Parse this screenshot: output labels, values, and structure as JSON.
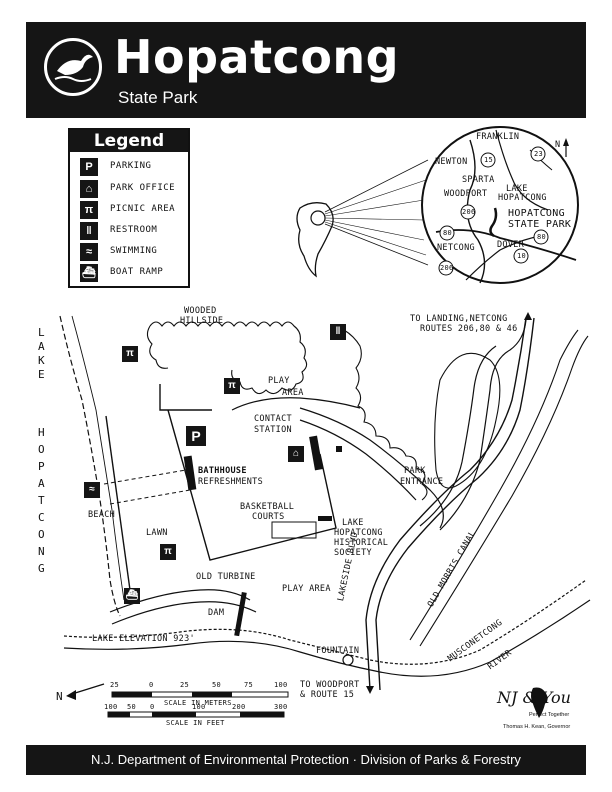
{
  "header": {
    "title": "Hopatcong",
    "subtitle": "State Park"
  },
  "legend": {
    "title": "Legend",
    "items": [
      {
        "icon": "parking-icon",
        "glyph": "P",
        "label": "PARKING"
      },
      {
        "icon": "park-office-icon",
        "glyph": "⌂",
        "label": "PARK OFFICE"
      },
      {
        "icon": "picnic-area-icon",
        "glyph": "π",
        "label": "PICNIC AREA"
      },
      {
        "icon": "restroom-icon",
        "glyph": "‖",
        "label": "RESTROOM"
      },
      {
        "icon": "swimming-icon",
        "glyph": "≈",
        "label": "SWIMMING"
      },
      {
        "icon": "boat-ramp-icon",
        "glyph": "⛴",
        "label": "BOAT RAMP"
      }
    ]
  },
  "inset": {
    "towns": [
      "FRANKLIN",
      "NEWTON",
      "SPARTA",
      "WOODPORT",
      "LAKE",
      "HOPATCONG",
      "NETCONG",
      "DOVER"
    ],
    "park_label": [
      "HOPATCONG",
      "STATE PARK"
    ],
    "routes": [
      "15",
      "23",
      "206",
      "80",
      "206",
      "10",
      "80"
    ],
    "north": "N"
  },
  "map_labels": {
    "wooded": "WOODED",
    "hillside": "HILLSIDE",
    "lake_vertical": [
      "L",
      "A",
      "K",
      "E"
    ],
    "hopatcong_vertical": [
      "H",
      "O",
      "P",
      "A",
      "T",
      "C",
      "O",
      "N",
      "G"
    ],
    "play_area_top": "PLAY",
    "play_area_top2": "AREA",
    "contact": "CONTACT",
    "station": "STATION",
    "bathhouse": "BATHHOUSE",
    "refreshments": "REFRESHMENTS",
    "basketball": "BASKETBALL",
    "courts": "COURTS",
    "historical1": "LAKE",
    "historical2": "HOPATCONG",
    "historical3": "HISTORICAL",
    "historical4": "SOCIETY",
    "beach": "BEACH",
    "lawn": "LAWN",
    "old_turbine": "OLD TURBINE",
    "play_area_bottom": "PLAY AREA",
    "dam": "DAM",
    "lake_elevation": "LAKE ELEVATION 923'",
    "fountain": "FOUNTAIN",
    "park": "PARK",
    "entrance": "ENTRANCE",
    "to_landing1": "TO LANDING,NETCONG",
    "to_landing2": "ROUTES 206,80 & 46",
    "to_woodport1": "TO WOODPORT",
    "to_woodport2": "& ROUTE 15",
    "lakeside_blvd": "LAKESIDE BLVD",
    "old_morris": "OLD MORRIS CANAL",
    "musconetcong": "MUSCONETCONG",
    "river": "RIVER",
    "north": "N"
  },
  "scale": {
    "meters_ticks": [
      "25",
      "0",
      "25",
      "50",
      "75",
      "100"
    ],
    "meters_label": "SCALE IN METERS",
    "feet_ticks": [
      "100",
      "50",
      "0",
      "100",
      "200",
      "300"
    ],
    "feet_label": "SCALE IN FEET"
  },
  "nj_logo": {
    "text": "NJ & You",
    "tag": "Perfect Together",
    "governor": "Thomas H. Kean, Governor"
  },
  "footer": {
    "text": "N.J. Department of Environmental Protection · Division of Parks & Forestry"
  }
}
